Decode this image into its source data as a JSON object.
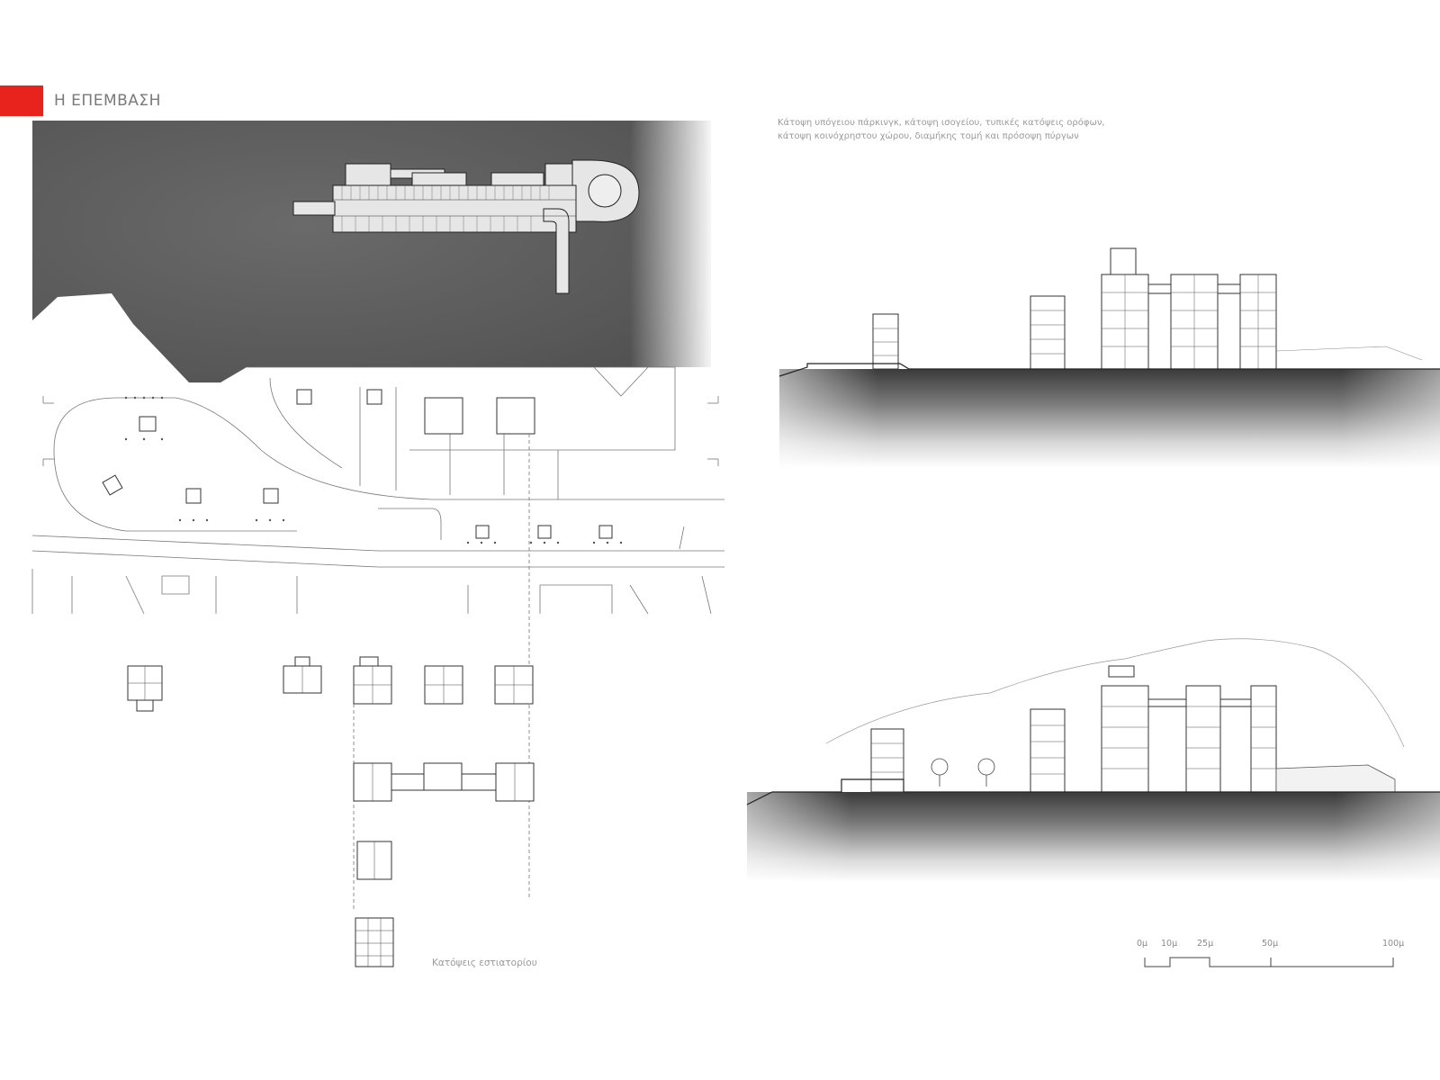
{
  "header": {
    "title": "Η ΕΠΕΜΒΑΣΗ",
    "accent_color": "#e8231d"
  },
  "caption": {
    "line1": "Κάτοψη υπόγειου πάρκινγκ, κάτοψη ισογείου, τυπικές κατόψεις ορόφων,",
    "line2": "κάτοψη κοινόχρηστου χώρου, διαμήκης τομή και πρόσοψη πύργων"
  },
  "restaurant_caption": "Κατόψεις εστιατορίου",
  "scale_bar": {
    "labels": [
      "0μ",
      "10μ",
      "25μ",
      "50μ",
      "100μ"
    ]
  }
}
